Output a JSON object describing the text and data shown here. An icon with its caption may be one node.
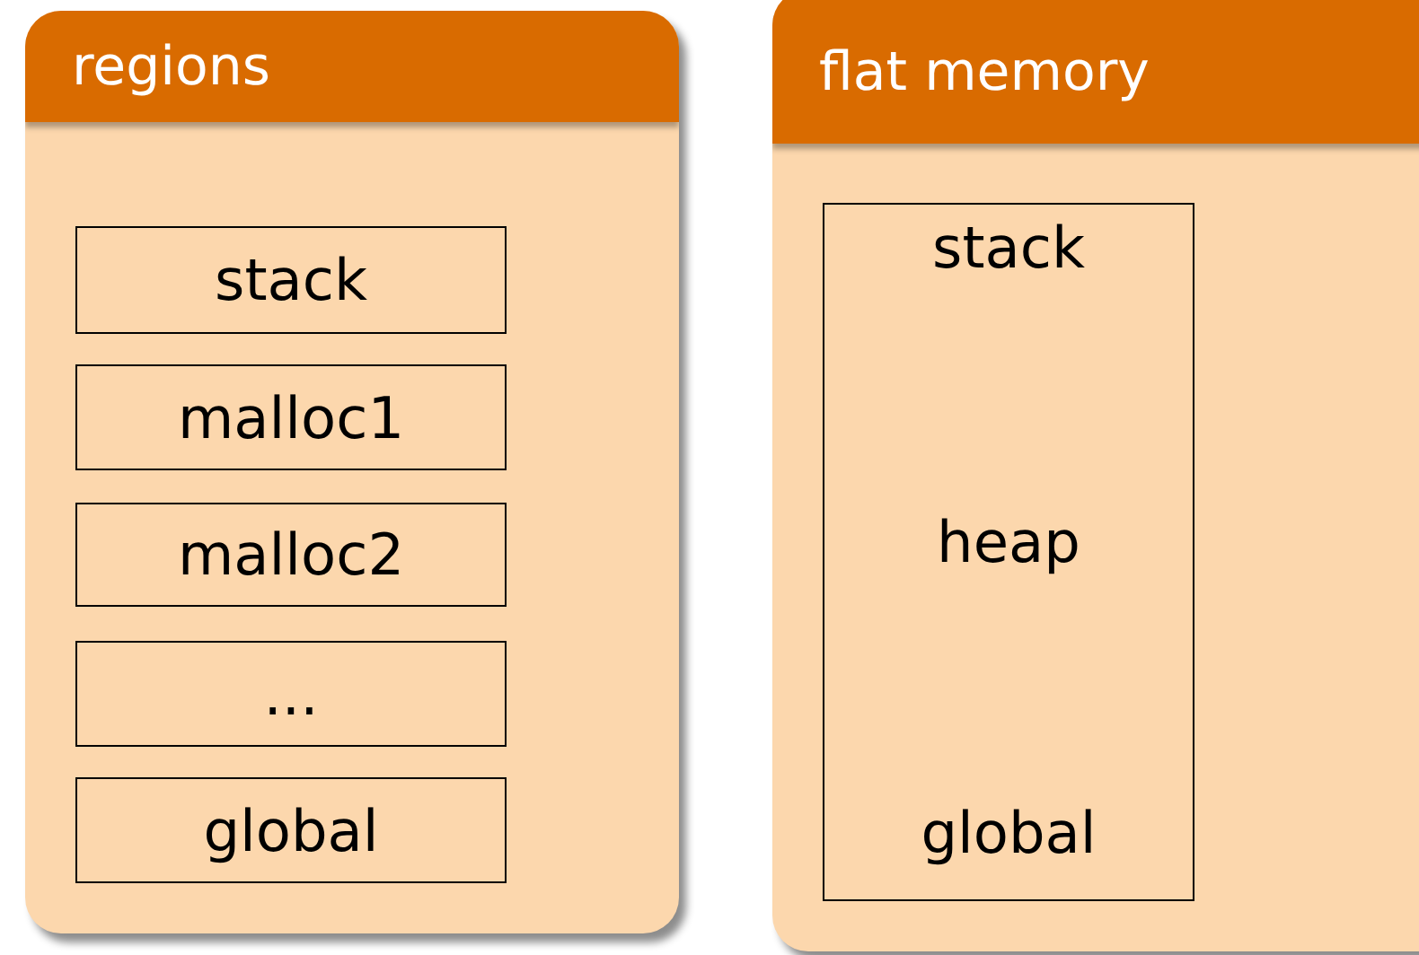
{
  "diagram": {
    "nodes": [
      {
        "text": [
          "regions"
        ]
      },
      {
        "text": [
          "stack"
        ],
        "in": 0
      },
      {
        "text": [
          "malloc1"
        ],
        "in": 0
      },
      {
        "text": [
          "malloc2"
        ],
        "in": 0
      },
      {
        "text": [
          "..."
        ],
        "in": 0
      },
      {
        "text": [
          "global"
        ],
        "in": 0
      },
      {
        "text": [
          "flat memory"
        ]
      },
      {
        "text": [
          "stack",
          "heap",
          "global"
        ],
        "in": 6
      }
    ]
  }
}
